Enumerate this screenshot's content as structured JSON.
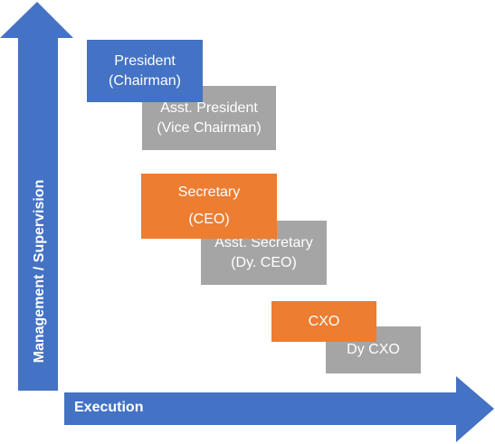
{
  "axes": {
    "y_label": "Management / Supervision",
    "x_label": "Execution"
  },
  "boxes": {
    "president": {
      "line1": "President",
      "line2": "(Chairman)"
    },
    "asst_president": {
      "line1": "Asst. President",
      "line2": "(Vice Chairman)"
    },
    "secretary": {
      "line1": "Secretary",
      "line2": "(CEO)"
    },
    "asst_secretary": {
      "line1": "Asst. Secretary",
      "line2": "(Dy. CEO)"
    },
    "cxo": {
      "line1": "CXO"
    },
    "dy_cxo": {
      "line1": "Dy CXO"
    }
  },
  "colors": {
    "axis_blue": "#4472C4",
    "box_blue": "#4472C4",
    "box_gray": "#A5A5A5",
    "box_orange": "#ED7D31"
  }
}
